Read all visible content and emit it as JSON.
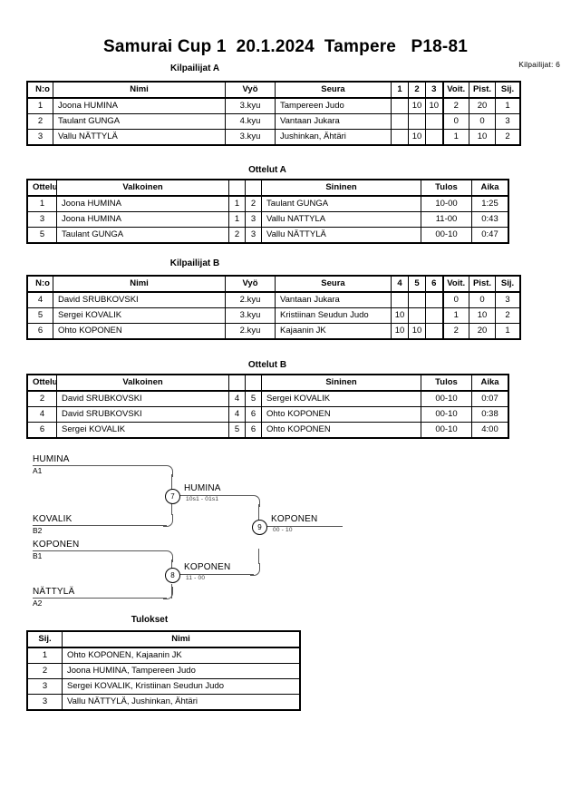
{
  "header": {
    "title": "Samurai Cup 1  20.1.2024  Tampere   P18-81",
    "entrant_count_label": "Kilpailijat: 6"
  },
  "captions": {
    "pool_a": "Kilpailijat A",
    "matches_a": "Ottelut A",
    "pool_b": "Kilpailijat B",
    "matches_b": "Ottelut B",
    "results": "Tulokset"
  },
  "pool_table_headers": {
    "no": "N:o",
    "name": "Nimi",
    "belt": "Vyö",
    "club": "Seura",
    "wins": "Voit.",
    "points": "Pist.",
    "rank": "Sij."
  },
  "pool_a": {
    "cross_headers": [
      "1",
      "2",
      "3"
    ],
    "rows": [
      {
        "no": "1",
        "name": "Joona HUMINA",
        "belt": "3.kyu",
        "club": "Tampereen Judo",
        "cross": [
          "",
          "10",
          "10"
        ],
        "wins": "2",
        "points": "20",
        "rank": "1"
      },
      {
        "no": "2",
        "name": "Taulant GUNGA",
        "belt": "4.kyu",
        "club": "Vantaan Jukara",
        "cross": [
          "",
          "",
          ""
        ],
        "wins": "0",
        "points": "0",
        "rank": "3"
      },
      {
        "no": "3",
        "name": "Vallu NÄTTYLÄ",
        "belt": "3.kyu",
        "club": "Jushinkan, Ähtäri",
        "cross": [
          "",
          "10",
          ""
        ],
        "wins": "1",
        "points": "10",
        "rank": "2"
      }
    ]
  },
  "pool_b": {
    "cross_headers": [
      "4",
      "5",
      "6"
    ],
    "rows": [
      {
        "no": "4",
        "name": "David SRUBKOVSKI",
        "belt": "2.kyu",
        "club": "Vantaan Jukara",
        "cross": [
          "",
          "",
          ""
        ],
        "wins": "0",
        "points": "0",
        "rank": "3"
      },
      {
        "no": "5",
        "name": "Sergei KOVALIK",
        "belt": "3.kyu",
        "club": "Kristiinan Seudun Judo",
        "cross": [
          "10",
          "",
          ""
        ],
        "wins": "1",
        "points": "10",
        "rank": "2"
      },
      {
        "no": "6",
        "name": "Ohto KOPONEN",
        "belt": "2.kyu",
        "club": "Kajaanin JK",
        "cross": [
          "10",
          "10",
          ""
        ],
        "wins": "2",
        "points": "20",
        "rank": "1"
      }
    ]
  },
  "match_table_headers": {
    "match": "Ottelu",
    "white": "Valkoinen",
    "blue": "Sininen",
    "result": "Tulos",
    "time": "Aika"
  },
  "matches_a": [
    {
      "match": "1",
      "white": "Joona HUMINA",
      "white_no": "1",
      "blue_no": "2",
      "blue": "Taulant GUNGA",
      "result": "10-00",
      "time": "1:25"
    },
    {
      "match": "3",
      "white": "Joona HUMINA",
      "white_no": "1",
      "blue_no": "3",
      "blue": "Vallu NATTYLA",
      "result": "11-00",
      "time": "0:43"
    },
    {
      "match": "5",
      "white": "Taulant GUNGA",
      "white_no": "2",
      "blue_no": "3",
      "blue": "Vallu NÄTTYLÄ",
      "result": "00-10",
      "time": "0:47"
    }
  ],
  "matches_b": [
    {
      "match": "2",
      "white": "David SRUBKOVSKI",
      "white_no": "4",
      "blue_no": "5",
      "blue": "Sergei KOVALIK",
      "result": "00-10",
      "time": "0:07"
    },
    {
      "match": "4",
      "white": "David SRUBKOVSKI",
      "white_no": "4",
      "blue_no": "6",
      "blue": "Ohto KOPONEN",
      "result": "00-10",
      "time": "0:38"
    },
    {
      "match": "6",
      "white": "Sergei KOVALIK",
      "white_no": "5",
      "blue_no": "6",
      "blue": "Ohto KOPONEN",
      "result": "00-10",
      "time": "4:00"
    }
  ],
  "bracket": {
    "entries": [
      {
        "name": "HUMINA",
        "seed": "A1"
      },
      {
        "name": "KOVALIK",
        "seed": "B2"
      },
      {
        "name": "KOPONEN",
        "seed": "B1"
      },
      {
        "name": "NÄTTYLÄ",
        "seed": "A2"
      }
    ],
    "semifinals": [
      {
        "number": "7",
        "winner": "HUMINA",
        "score": "10s1 - 01s1"
      },
      {
        "number": "8",
        "winner": "KOPONEN",
        "score": "11 - 00"
      }
    ],
    "final": {
      "number": "9",
      "winner": "KOPONEN",
      "score": "00 - 10"
    }
  },
  "results_table": {
    "headers": {
      "rank": "Sij.",
      "name": "Nimi"
    },
    "rows": [
      {
        "rank": "1",
        "name": "Ohto KOPONEN, Kajaanin JK"
      },
      {
        "rank": "2",
        "name": "Joona HUMINA, Tampereen Judo"
      },
      {
        "rank": "3",
        "name": "Sergei KOVALIK, Kristiinan Seudun Judo"
      },
      {
        "rank": "3",
        "name": "Vallu NÄTTYLÄ, Jushinkan, Ähtäri"
      }
    ]
  }
}
